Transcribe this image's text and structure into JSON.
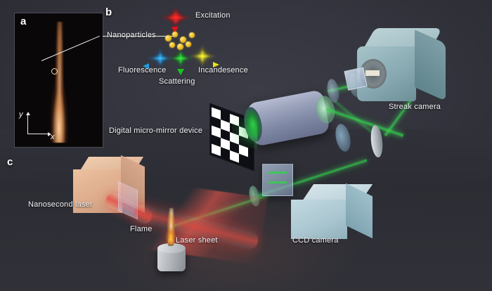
{
  "figure": {
    "background_color": "#2f3038",
    "panels": [
      {
        "id": "a",
        "letter": "a",
        "caption_axes": {
          "x": "x",
          "y": "y"
        },
        "content": "flame-photograph"
      },
      {
        "id": "b",
        "letter": "b",
        "content": "nanoparticle-optical-processes-and-detection-path"
      },
      {
        "id": "c",
        "letter": "c",
        "content": "nanosecond-laser-flame-excitation-path"
      }
    ]
  },
  "panel_a": {
    "letter": "a",
    "axis_x_label": "x",
    "axis_y_label": "y",
    "marker": "probe-point-circle",
    "flame_colors": {
      "core": "#ffd6aa",
      "mid": "#eca060",
      "edge": "#96481c"
    },
    "frame_background": "#0a0708"
  },
  "panel_b": {
    "letter": "b",
    "labels": {
      "excitation": "Excitation",
      "nanoparticles": "Nanoparticles",
      "fluorescence": "Fluorescence",
      "scattering": "Scattering",
      "incandesence": "Incandesence",
      "dmd": "Digital micro-mirror device",
      "streak_camera": "Streak camera"
    },
    "process_colors": {
      "excitation": "#e01414",
      "fluorescence": "#1f9ede",
      "scattering": "#18c21e",
      "incandesence": "#e8e414",
      "nanoparticles": "#f2c32a"
    },
    "beam_color": "#2fd24a"
  },
  "panel_c": {
    "letter": "c",
    "labels": {
      "nanosecond_laser": "Nanosecond laser",
      "flame": "Flame",
      "laser_sheet": "Laser sheet",
      "ccd_camera": "CCD camera"
    },
    "laser_color": "#e8443c",
    "laser_box_color": "#e8b491",
    "beam_color": "#2fd24a"
  },
  "components": [
    {
      "name": "digital-micro-mirror-device",
      "label": "Digital micro-mirror device",
      "type": "dmd-checkerboard"
    },
    {
      "name": "streak-camera",
      "label": "Streak camera",
      "type": "camera-box",
      "color": "#8fb6bd"
    },
    {
      "name": "ccd-camera",
      "label": "CCD camera",
      "type": "camera-box",
      "color": "#b9d3da"
    },
    {
      "name": "nanosecond-laser",
      "label": "Nanosecond laser",
      "type": "laser-box",
      "color": "#e8b491"
    },
    {
      "name": "flame",
      "label": "Flame",
      "type": "burner-flame"
    },
    {
      "name": "laser-sheet",
      "label": "Laser sheet",
      "type": "red-sheet-beam"
    }
  ]
}
